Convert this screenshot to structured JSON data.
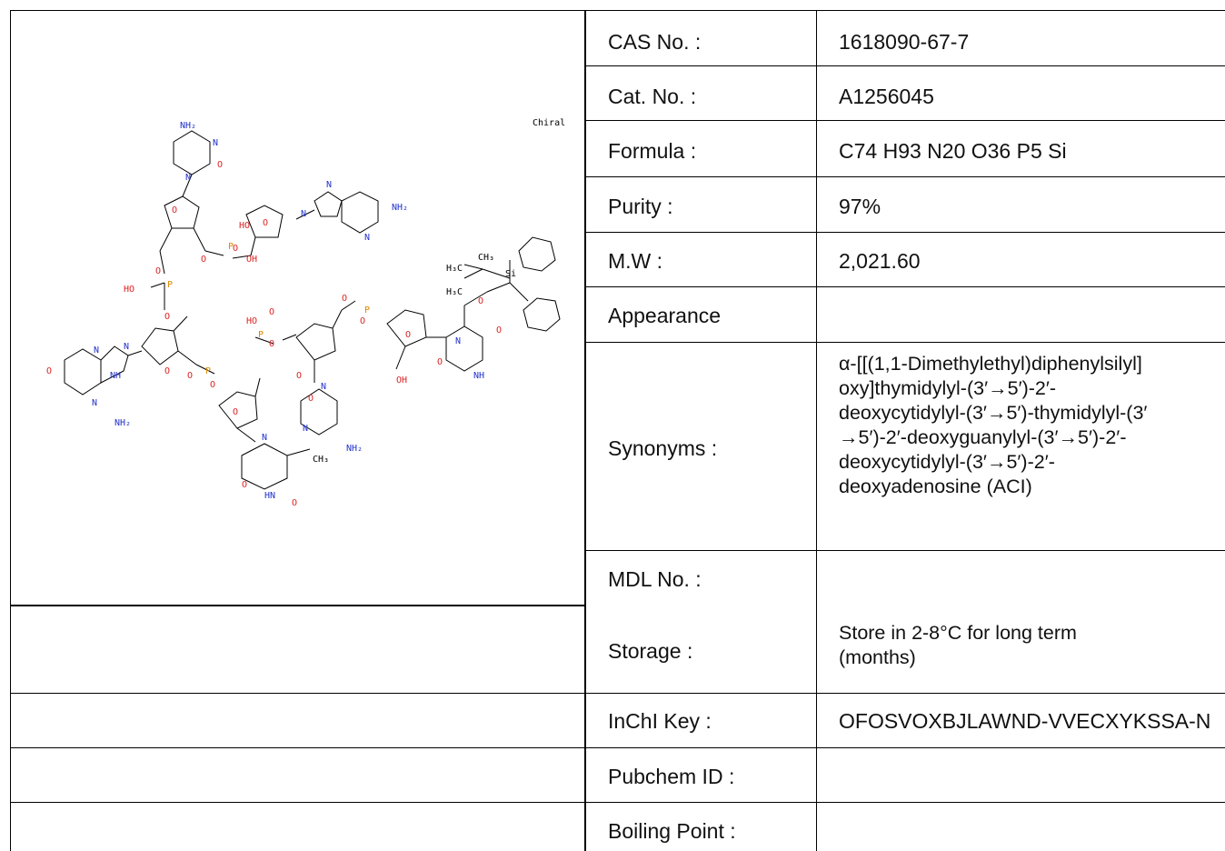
{
  "structure": {
    "chiral_label": "Chiral",
    "atom_labels": [
      "NH2",
      "N",
      "N",
      "O",
      "O",
      "O",
      "P",
      "OH",
      "O",
      "HO",
      "O",
      "P",
      "O",
      "O",
      "N",
      "N",
      "N",
      "N",
      "NH2",
      "O",
      "O",
      "O",
      "O",
      "N",
      "N",
      "NH",
      "NH2",
      "O",
      "O",
      "O",
      "P",
      "O",
      "O",
      "HO",
      "O",
      "P",
      "O",
      "O",
      "O",
      "O",
      "N",
      "N",
      "NH2",
      "O",
      "P",
      "O",
      "OH",
      "O",
      "O",
      "N",
      "NH",
      "O",
      "OH",
      "O",
      "CH3",
      "O",
      "HN",
      "O",
      "Si",
      "CH3",
      "H3C",
      "H3C"
    ]
  },
  "rows": [
    {
      "label": "CAS No. :",
      "value": "1618090-67-7"
    },
    {
      "label": "Cat. No. :",
      "value": "A1256045"
    },
    {
      "label": "Formula :",
      "value": "C74 H93 N20 O36 P5 Si"
    },
    {
      "label": "Purity :",
      "value": "97%"
    },
    {
      "label": "M.W :",
      "value": "2,021.60"
    },
    {
      "label": "Appearance",
      "value": ""
    },
    {
      "label": "Synonyms :",
      "value_lines": [
        "α-[[(1,1-Dimethylethyl)diphenylsilyl]",
        "oxy]thymidylyl-(3′→5′)-2′-",
        "deoxycytidylyl-(3′→5′)-thymidylyl-(3′",
        "→5′)-2′-deoxyguanylyl-(3′→5′)-2′-",
        "deoxycytidylyl-(3′→5′)-2′-",
        "deoxyadenosine (ACI)"
      ]
    },
    {
      "label": "MDL No. :",
      "value": ""
    },
    {
      "label": "Storage :",
      "value_lines": [
        "Store in 2-8°C for long term",
        "(months)"
      ]
    },
    {
      "label": "InChI Key :",
      "value": "OFOSVOXBJLAWND-VVECXYKSSA-N"
    },
    {
      "label": "Pubchem ID :",
      "value": ""
    },
    {
      "label": "Boiling Point :",
      "value": ""
    }
  ]
}
